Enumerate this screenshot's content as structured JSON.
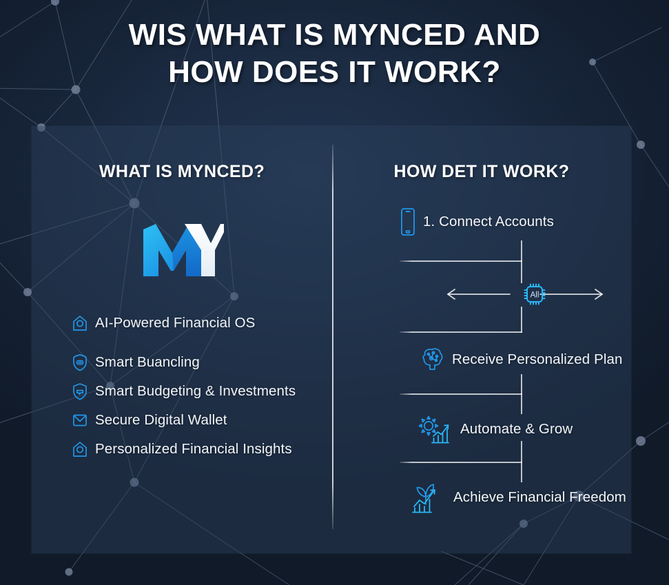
{
  "title": {
    "line1": "WIS WHAT IS MYNCED AND",
    "line2": "HOW DOES IT WORK?"
  },
  "colors": {
    "accent_blue": "#2196e8",
    "accent_cyan": "#29b6f6",
    "text_white": "#f2f5f8",
    "card_bg": "#2d4260",
    "page_bg": "#152134"
  },
  "left_column": {
    "heading": "WHAT IS MYNCED?",
    "logo": {
      "name": "mynced-logo",
      "mark_m": "M",
      "mark_y": "Y"
    },
    "features": [
      {
        "label": "AI-Powered Financial OS",
        "icon": "home-circle-icon"
      },
      {
        "label": "Smart Buancling",
        "icon": "shield-dash-icon"
      },
      {
        "label": "Smart Budgeting & Investments",
        "icon": "shield-chat-icon"
      },
      {
        "label": "Secure Digital Wallet",
        "icon": "envelope-icon"
      },
      {
        "label": "Personalized Financial Insights",
        "icon": "home-circle-icon"
      }
    ]
  },
  "right_column": {
    "heading": "HOW DET IT WORK?",
    "chip": {
      "label": "All",
      "icon": "ai-chip-icon"
    },
    "steps": [
      {
        "label": "1. Connect Accounts",
        "icon": "smartphone-icon"
      },
      {
        "label": "Receive Personalized Plan",
        "icon": "brain-circuit-icon"
      },
      {
        "label": "Automate & Grow",
        "icon": "gear-chart-icon"
      },
      {
        "label": "Achieve Financial Freedom",
        "icon": "plant-growth-chart-icon"
      }
    ]
  }
}
